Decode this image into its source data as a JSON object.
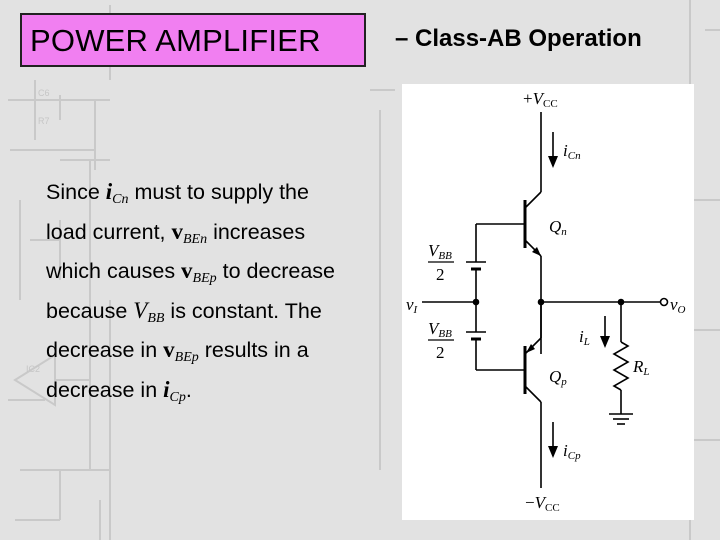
{
  "slide": {
    "title": "POWER AMPLIFIER",
    "subtitle": "– Class-AB Operation",
    "body": {
      "line1": {
        "a": "Since ",
        "sym": "i",
        "sub": "Cn",
        "b": " must to supply the"
      },
      "line2": {
        "a": "load current, ",
        "sym": "v",
        "sub": "BEn",
        "b": " increases"
      },
      "line3": {
        "a": "which causes ",
        "sym": "v",
        "sub": "BEp",
        "b": " to decrease"
      },
      "line4": {
        "a": "because ",
        "sym": "V",
        "sub": "BB",
        "b": " is constant. The"
      },
      "line5": {
        "a": "decrease in ",
        "sym": "v",
        "sub": "BEp",
        "b": " results in a"
      },
      "line6": {
        "a": "decrease in ",
        "sym": "i",
        "sub": "Cp",
        "b": "."
      }
    }
  },
  "circuit": {
    "vcc_pos": {
      "sign": "+",
      "sym": "V",
      "sub": "CC"
    },
    "vcc_neg": {
      "sign": "−",
      "sym": "V",
      "sub": "CC"
    },
    "icn": {
      "sym": "i",
      "sub": "Cn"
    },
    "icp": {
      "sym": "i",
      "sub": "Cp"
    },
    "qn": {
      "sym": "Q",
      "sub": "n"
    },
    "qp": {
      "sym": "Q",
      "sub": "p"
    },
    "vbb_top": {
      "sym": "V",
      "sub": "BB",
      "den": "2"
    },
    "vbb_bot": {
      "sym": "V",
      "sub": "BB",
      "den": "2"
    },
    "vi": {
      "sym": "v",
      "sub": "I"
    },
    "vo": {
      "sym": "v",
      "sub": "O"
    },
    "il": {
      "sym": "i",
      "sub": "L"
    },
    "rl": {
      "sym": "R",
      "sub": "L"
    }
  },
  "colors": {
    "title_bg": "#f17ff1",
    "page_bg": "#e2e2e2",
    "panel_bg": "#ffffff"
  }
}
